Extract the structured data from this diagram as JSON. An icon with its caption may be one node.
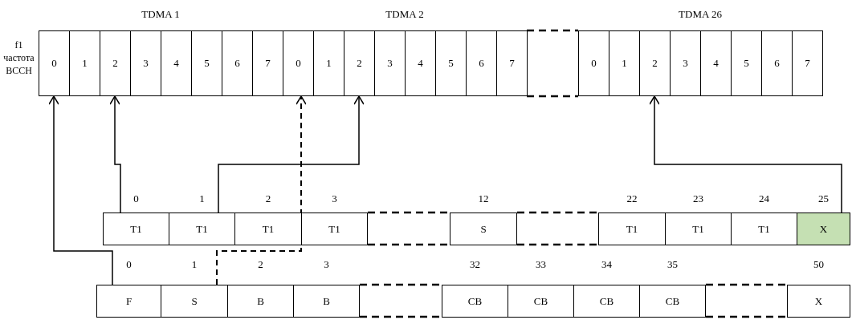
{
  "diagram": {
    "nodes": [
      {
        "text": [
          "TDMA 1"
        ]
      },
      {
        "text": [
          "0"
        ],
        "in": 0
      },
      {
        "text": [
          "1"
        ],
        "in": 0
      },
      {
        "text": [
          "2"
        ],
        "in": 0
      },
      {
        "text": [
          "3"
        ],
        "in": 0
      },
      {
        "text": [
          "4"
        ],
        "in": 0
      },
      {
        "text": [
          "5"
        ],
        "in": 0
      },
      {
        "text": [
          "6"
        ],
        "in": 0
      },
      {
        "text": [
          "7"
        ],
        "in": 0
      },
      {
        "text": [
          "TDMA 2"
        ]
      },
      {
        "text": [
          "0"
        ],
        "in": 9
      },
      {
        "text": [
          "1"
        ],
        "in": 9
      },
      {
        "text": [
          "2"
        ],
        "in": 9
      },
      {
        "text": [
          "3"
        ],
        "in": 9
      },
      {
        "text": [
          "4"
        ],
        "in": 9
      },
      {
        "text": [
          "5"
        ],
        "in": 9
      },
      {
        "text": [
          "6"
        ],
        "in": 9
      },
      {
        "text": [
          "7"
        ],
        "in": 9
      },
      {
        "text": [
          "TDMA 26"
        ]
      },
      {
        "text": [
          "0"
        ],
        "in": 18
      },
      {
        "text": [
          "1"
        ],
        "in": 18
      },
      {
        "text": [
          "2"
        ],
        "in": 18
      },
      {
        "text": [
          "3"
        ],
        "in": 18
      },
      {
        "text": [
          "4"
        ],
        "in": 18
      },
      {
        "text": [
          "5"
        ],
        "in": 18
      },
      {
        "text": [
          "6"
        ],
        "in": 18
      },
      {
        "text": [
          "7"
        ],
        "in": 18
      },
      {
        "text": [
          "T1"
        ],
        "beside": [
          "0"
        ]
      },
      {
        "text": [
          "T1"
        ],
        "beside": [
          "1"
        ]
      },
      {
        "text": [
          "T1"
        ],
        "beside": [
          "2"
        ]
      },
      {
        "text": [
          "T1"
        ],
        "beside": [
          "3"
        ]
      },
      {
        "text": [
          "S"
        ],
        "beside": [
          "12"
        ]
      },
      {
        "text": [
          "T1"
        ],
        "beside": [
          "22"
        ]
      },
      {
        "text": [
          "T1"
        ],
        "beside": [
          "23"
        ]
      },
      {
        "text": [
          "T1"
        ],
        "beside": [
          "24"
        ]
      },
      {
        "text": [
          "X"
        ],
        "beside": [
          "25"
        ]
      },
      {
        "text": [
          "F"
        ],
        "beside": [
          "0"
        ]
      },
      {
        "text": [
          "S"
        ],
        "beside": [
          "1"
        ]
      },
      {
        "text": [
          "B"
        ],
        "beside": [
          "2"
        ]
      },
      {
        "text": [
          "B"
        ],
        "beside": [
          "3"
        ]
      },
      {
        "text": [
          "CB"
        ],
        "beside": [
          "32"
        ]
      },
      {
        "text": [
          "CB"
        ],
        "beside": [
          "33"
        ]
      },
      {
        "text": [
          "CB"
        ],
        "beside": [
          "34"
        ]
      },
      {
        "text": [
          "CB"
        ],
        "beside": [
          "35"
        ]
      },
      {
        "text": [
          "X"
        ],
        "beside": [
          "50"
        ]
      }
    ],
    "edges": [
      {
        "from": 36,
        "to": 1,
        "arrow": "to"
      },
      {
        "from": 27,
        "to": 3,
        "arrow": "to"
      },
      {
        "from": 28,
        "to": 12,
        "arrow": "to"
      },
      {
        "from": 35,
        "to": 21,
        "arrow": "to"
      },
      {
        "from": 37,
        "to": 10,
        "arrow": "to",
        "style": "dashed"
      }
    ],
    "labels": [
      "f1 частота BCCH"
    ]
  }
}
